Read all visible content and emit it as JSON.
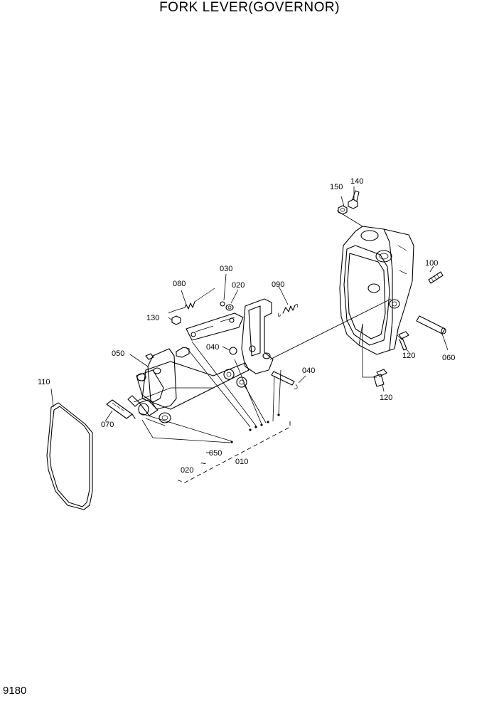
{
  "title": "FORK LEVER(GOVERNOR)",
  "page_number": "9180",
  "callouts": {
    "c010": "010",
    "c020a": "020",
    "c020b": "020",
    "c030": "030",
    "c040a": "040",
    "c040b": "040",
    "c050a": "050",
    "c050b": "050",
    "c060": "060",
    "c070": "070",
    "c080": "080",
    "c090": "090",
    "c100": "100",
    "c110": "110",
    "c120a": "120",
    "c120b": "120",
    "c130": "130",
    "c140": "140",
    "c150": "150",
    "tilde": "~"
  }
}
